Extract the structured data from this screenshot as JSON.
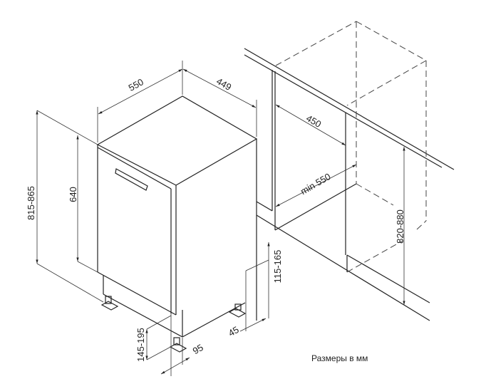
{
  "caption": "Размеры в мм",
  "dimensions": {
    "width": "550",
    "depth": "449",
    "total_height": "815-865",
    "door_height": "640",
    "plinth_height": "145-195",
    "plinth_depth": "95",
    "foot_offset": "45",
    "rear_leg_height": "115-165",
    "niche_width": "450",
    "niche_depth": "min 550",
    "niche_height": "820-880"
  }
}
